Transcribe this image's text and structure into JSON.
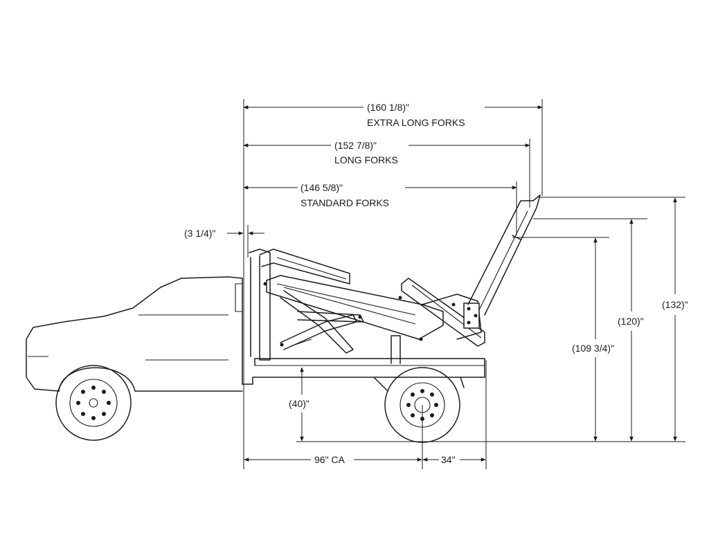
{
  "dimensions": {
    "extra_long": {
      "value": "(160 1/8)\"",
      "label": "EXTRA LONG FORKS"
    },
    "long": {
      "value": "(152 7/8)\"",
      "label": "LONG FORKS"
    },
    "standard": {
      "value": "(146 5/8)\"",
      "label": "STANDARD FORKS"
    },
    "offset": "(3 1/4)\"",
    "height_132": "(132)\"",
    "height_120": "(120)\"",
    "height_109": "(109 3/4)\"",
    "frame_height": "(40)\"",
    "ca": "96\" CA",
    "overhang": "34\""
  }
}
